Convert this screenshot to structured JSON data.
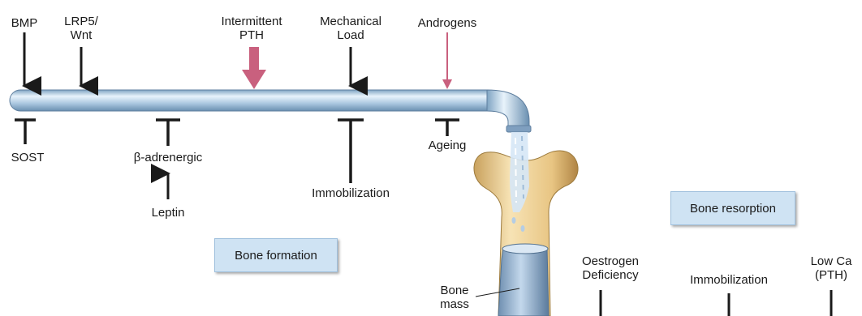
{
  "stimulators": {
    "bmp": "BMP",
    "lrp5_wnt": [
      "LRP5/",
      "Wnt"
    ],
    "intermittent_pth": [
      "Intermittent",
      "PTH"
    ],
    "mechanical_load": [
      "Mechanical",
      "Load"
    ],
    "androgens": "Androgens"
  },
  "inhibitors": {
    "sost": "SOST",
    "beta_adrenergic": "β-adrenergic",
    "leptin": "Leptin",
    "immobilization": "Immobilization",
    "ageing": "Ageing"
  },
  "boxes": {
    "bone_formation": "Bone formation",
    "bone_resorption": "Bone resorption"
  },
  "bone_mass_label": [
    "Bone",
    "mass"
  ],
  "resorption_factors": {
    "oestrogen": [
      "Oestrogen",
      "Deficiency"
    ],
    "immobilization": "Immobilization",
    "low_ca": [
      "Low Ca",
      "(PTH)"
    ]
  },
  "colors": {
    "pipe": "#a8c8e0",
    "pink_arrow": "#c9607e",
    "black_arrow": "#1a1a1a",
    "box_fill": "#cfe3f3",
    "bone": "#f0d49a",
    "water": "#c9def0"
  }
}
